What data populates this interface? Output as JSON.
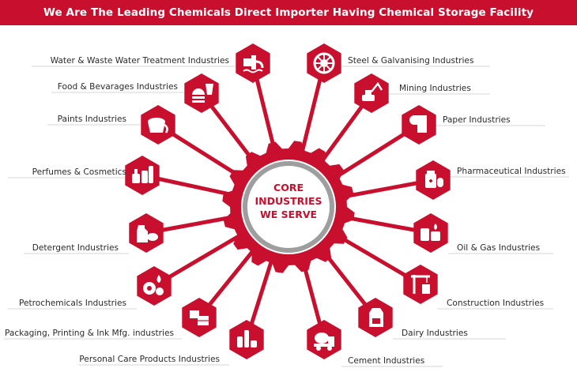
{
  "header": {
    "title": "We Are The Leading Chemicals Direct Importer Having Chemical Storage Facility"
  },
  "hub": {
    "line1": "CORE",
    "line2": "INDUSTRIES",
    "line3": "WE SERVE"
  },
  "colors": {
    "primary_red": "#c8102e",
    "hub_ring": "#9e9e9e",
    "text": "#2b2b2b"
  },
  "left_industries": [
    {
      "label": "Water & Waste Water Treatment Industries",
      "icon": "water-treatment-icon"
    },
    {
      "label": "Food & Bevarages Industries",
      "icon": "food-beverage-icon"
    },
    {
      "label": "Paints Industries",
      "icon": "paint-bucket-icon"
    },
    {
      "label": "Perfumes & Cosmetics",
      "icon": "perfume-icon"
    },
    {
      "label": "Detergent Industries",
      "icon": "detergent-icon"
    },
    {
      "label": "Petrochemicals Industries",
      "icon": "gears-drop-icon"
    },
    {
      "label": "Packaging, Printing & Ink Mfg. industries",
      "icon": "packaging-icon"
    },
    {
      "label": "Personal Care Products Industries",
      "icon": "personal-care-icon"
    }
  ],
  "right_industries": [
    {
      "label": "Steel & Galvanising Industries",
      "icon": "steel-gear-icon"
    },
    {
      "label": "Mining Industries",
      "icon": "mining-excavator-icon"
    },
    {
      "label": "Paper Industries",
      "icon": "paper-roll-icon"
    },
    {
      "label": "Pharmaceutical Industries",
      "icon": "pharmaceutical-icon"
    },
    {
      "label": "Oil & Gas Industries",
      "icon": "oil-gas-icon"
    },
    {
      "label": "Construction Industries",
      "icon": "construction-crane-icon"
    },
    {
      "label": "Dairy Industries",
      "icon": "milk-carton-icon"
    },
    {
      "label": "Cement Industries",
      "icon": "cement-mixer-icon"
    }
  ]
}
